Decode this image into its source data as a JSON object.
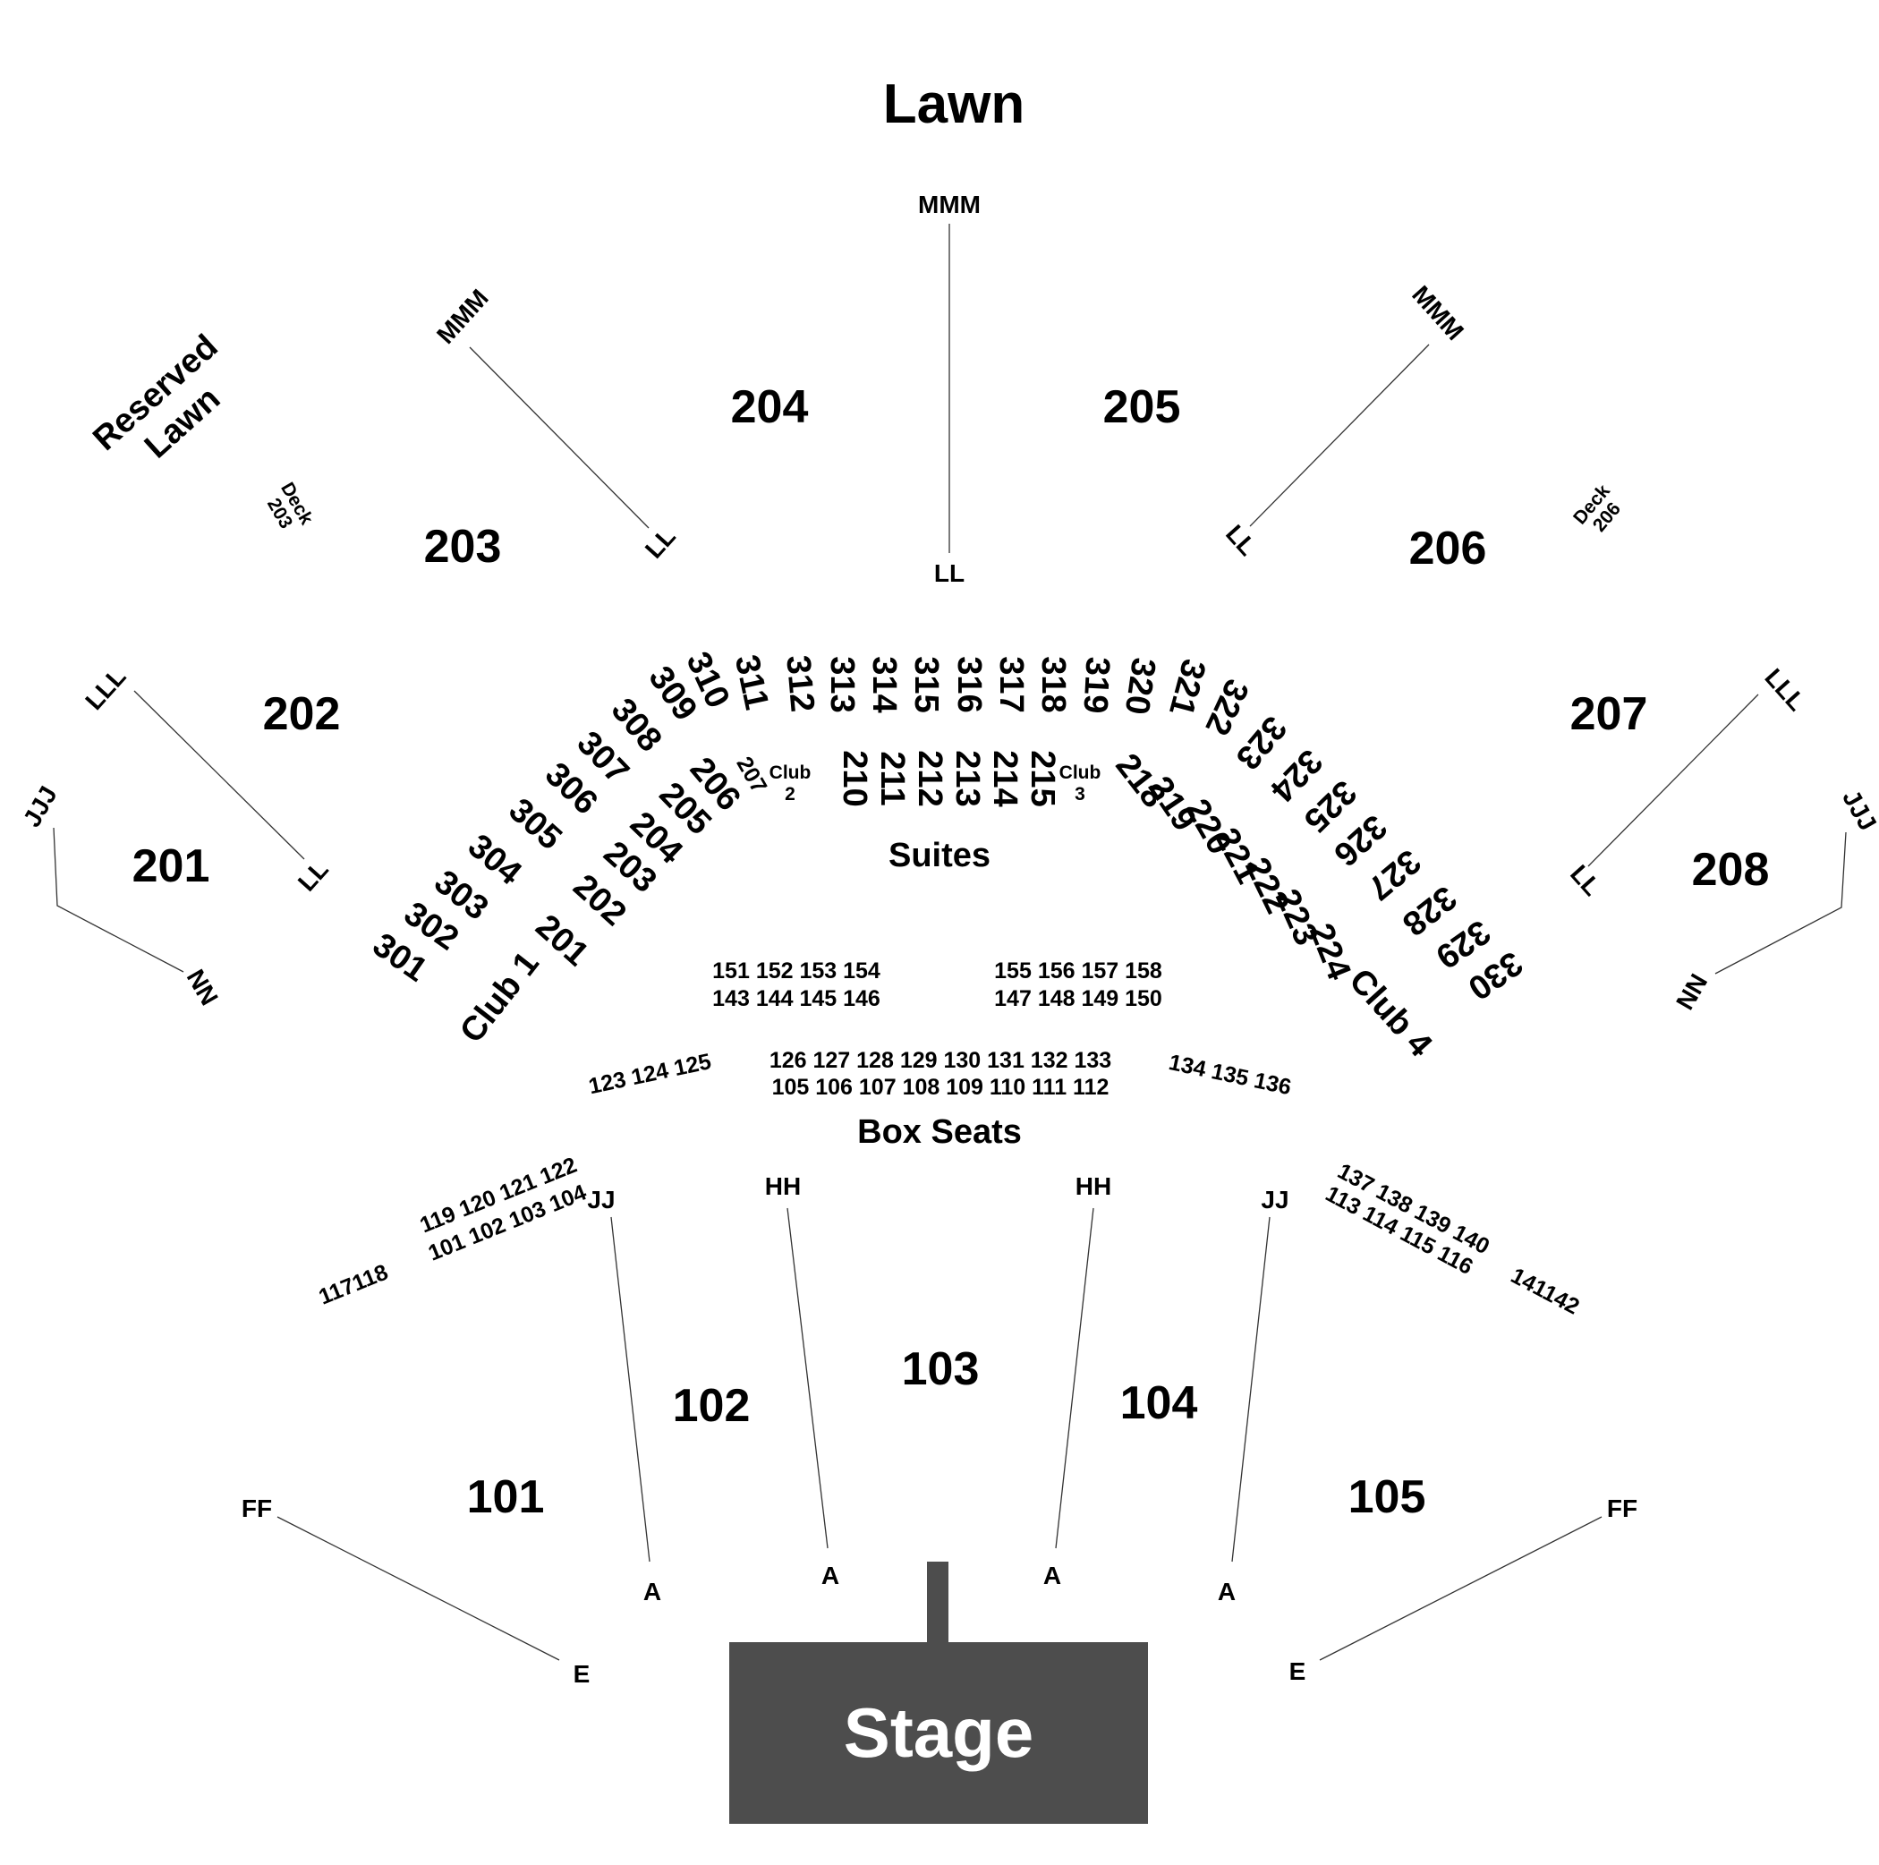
{
  "labels": {
    "lawn": "Lawn",
    "reserved_lawn_1": "Reserved",
    "reserved_lawn_2": "Lawn",
    "suites": "Suites",
    "box_seats": "Box Seats",
    "stage": "Stage",
    "deck_203_a": "Deck",
    "deck_203_b": "203",
    "deck_206_a": "Deck",
    "deck_206_b": "206",
    "club_1": "Club 1",
    "club_4": "Club 4",
    "club_2_a": "Club",
    "club_2_b": "2",
    "club_3_a": "Club",
    "club_3_b": "3"
  },
  "sections": {
    "s101": "101",
    "s102": "102",
    "s103": "103",
    "s104": "104",
    "s105": "105",
    "s201": "201",
    "s202": "202",
    "s203": "203",
    "s204": "204",
    "s205": "205",
    "s206": "206",
    "s207": "207",
    "s208": "208"
  },
  "rows": {
    "mmm": "MMM",
    "ll": "LL",
    "lll": "LLL",
    "jjj": "JJJ",
    "nn": "NN",
    "jj": "JJ",
    "hh": "HH",
    "a": "A",
    "ff": "FF",
    "e": "E"
  },
  "ring300": [
    "301",
    "302",
    "303",
    "304",
    "305",
    "306",
    "307",
    "308",
    "309",
    "310",
    "311",
    "312",
    "313",
    "314",
    "315",
    "316",
    "317",
    "318",
    "319",
    "320",
    "321",
    "322",
    "323",
    "324",
    "325",
    "326",
    "327",
    "328",
    "329",
    "330"
  ],
  "ring200_left": [
    "201",
    "202",
    "203",
    "204",
    "205",
    "206",
    "207"
  ],
  "ring200_mid": [
    "210",
    "211",
    "212",
    "213",
    "214",
    "215"
  ],
  "ring200_right": [
    "218",
    "219",
    "220",
    "221",
    "222",
    "223",
    "224"
  ],
  "box": {
    "row1_left": "151 152 153 154",
    "row2_left": "143 144 145 146",
    "row1_right": "155 156 157 158",
    "row2_right": "147 148 149 150",
    "row3_center": "126 127 128 129 130 131 132 133",
    "row4_center": "105 106 107 108 109 110 111 112",
    "arc_left": "123 124 125",
    "arc_right": "134 135 136",
    "wing_left_1": "119 120 121 122",
    "wing_left_2": "101 102 103 104",
    "wing_left_far": "117118",
    "wing_right_1": "137 138 139 140",
    "wing_right_2": "113 114 115 116",
    "wing_right_far": "141142"
  },
  "colors": {
    "stage": "#4d4d4d",
    "text": "#000000",
    "stage_text": "#ffffff",
    "guide": "#333333"
  }
}
